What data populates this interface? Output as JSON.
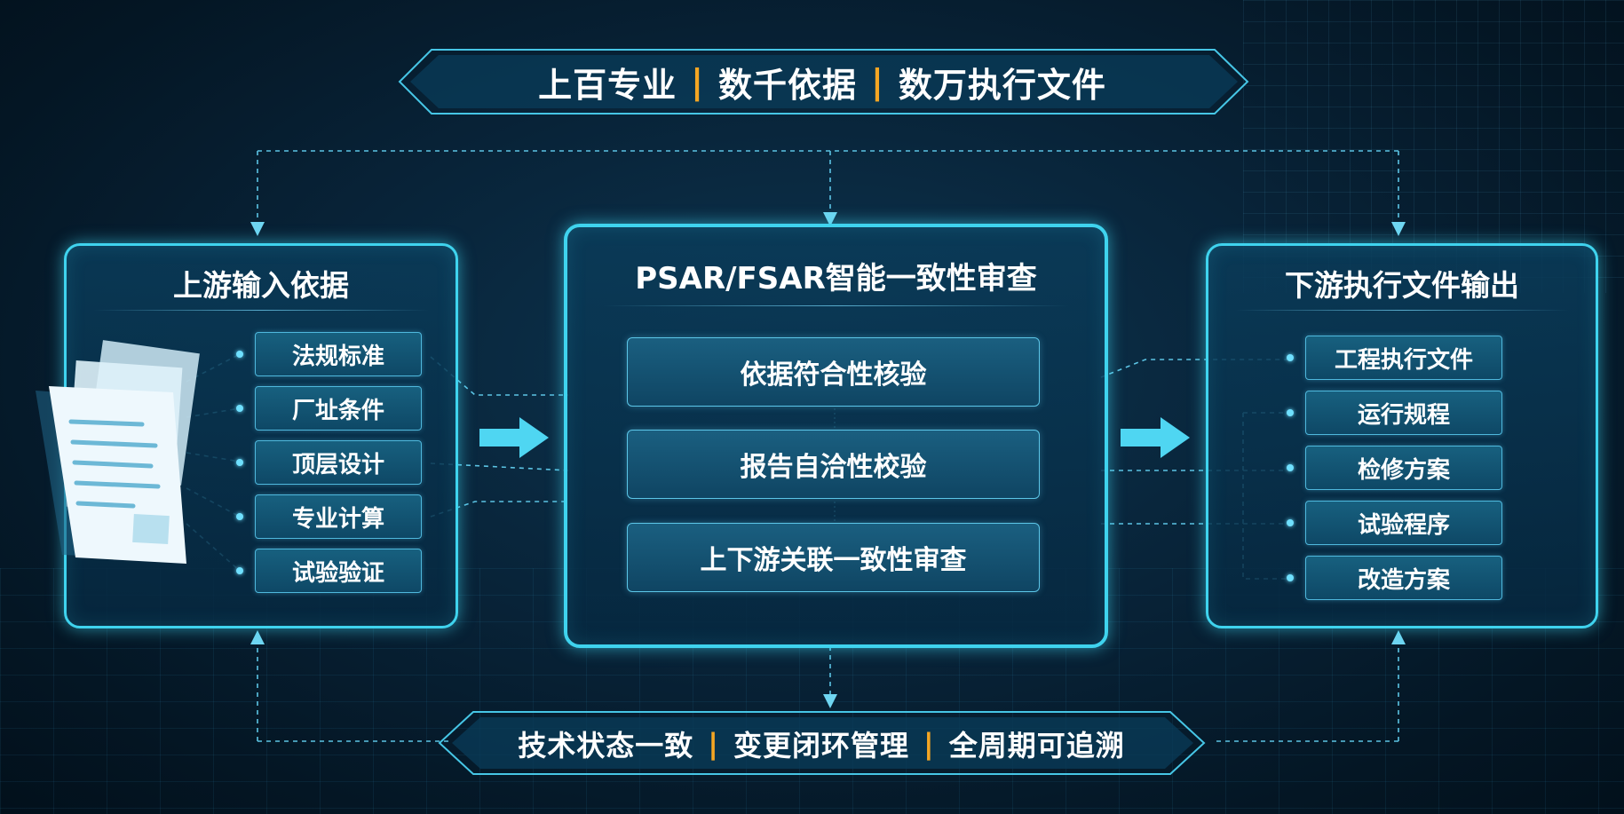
{
  "top_banner": {
    "segments": [
      "上百专业",
      "数千依据",
      "数万执行文件"
    ],
    "separator": "|"
  },
  "left_panel": {
    "title": "上游输入依据",
    "items": [
      "法规标准",
      "厂址条件",
      "顶层设计",
      "专业计算",
      "试验验证"
    ]
  },
  "center_panel": {
    "title": "PSAR/FSAR智能一致性审查",
    "items": [
      "依据符合性核验",
      "报告自洽性校验",
      "上下游关联一致性审查"
    ]
  },
  "right_panel": {
    "title": "下游执行文件输出",
    "items": [
      "工程执行文件",
      "运行规程",
      "检修方案",
      "试验程序",
      "改造方案"
    ]
  },
  "bottom_banner": {
    "segments": [
      "技术状态一致",
      "变更闭环管理",
      "全周期可追溯"
    ],
    "separator": "|"
  },
  "colors": {
    "accent": "#3fd3ee",
    "separator": "#f5a623",
    "background": "#082338"
  },
  "icons": {
    "documents": "document-stack-icon",
    "flow_arrow": "arrow-right-icon"
  }
}
